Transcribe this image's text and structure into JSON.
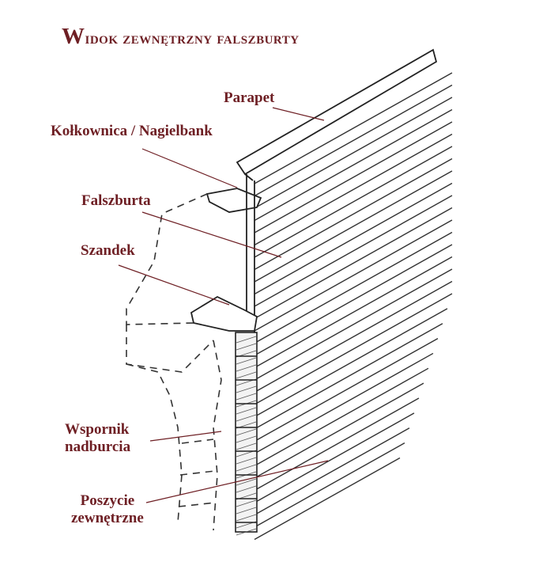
{
  "title": {
    "first_letter": "W",
    "rest": "idok zewnętrzny falszburty"
  },
  "labels": {
    "parapet": "Parapet",
    "kolkownica": "Kołkownica / Nagielbank",
    "falszburta": "Falszburta",
    "szandek": "Szandek",
    "wspornik_1": "Wspornik",
    "wspornik_2": "nadburcia",
    "poszycie_1": "Poszycie",
    "poszycie_2": "zewnętrzne"
  },
  "colors": {
    "label": "#6e1f24",
    "ink": "#2a2a2a"
  }
}
